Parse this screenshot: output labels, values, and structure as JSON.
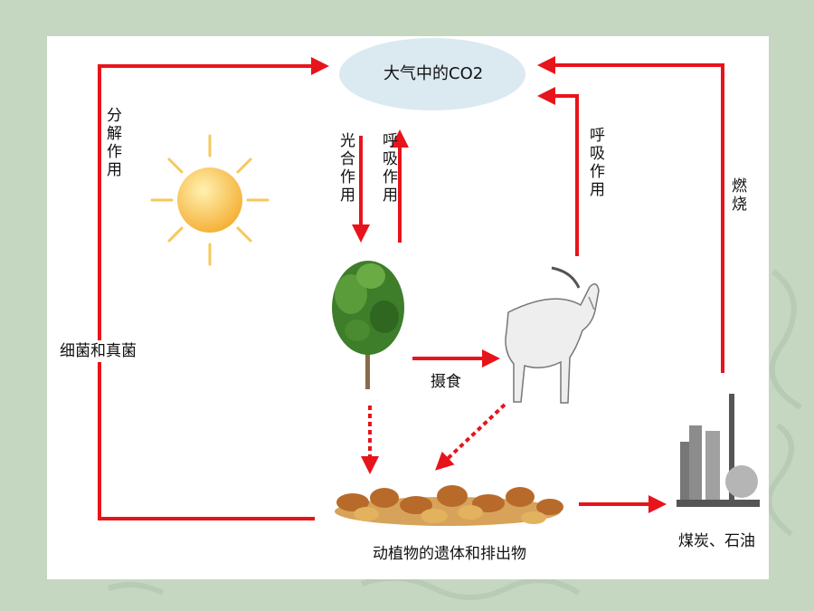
{
  "diagram": {
    "atmosphere": "大气中的CO2",
    "decomposition": "分解作用",
    "photosynthesis": "光合作用",
    "respiration_plant": "呼吸作用",
    "respiration_animal": "呼吸作用",
    "combustion": "燃烧",
    "microbes": "细菌和真菌",
    "feeding": "摄食",
    "remains": "动植物的遗体和排出物",
    "fossil_fuels": "煤炭、石油"
  },
  "colors": {
    "arrow": "#e8141b",
    "ellipse": "#dbe9f1",
    "sun": "#f5b23a",
    "background": "#c5d6c1"
  },
  "icons": [
    "sun-icon",
    "tree-icon",
    "goat-icon",
    "leaves-icon",
    "factory-icon"
  ]
}
